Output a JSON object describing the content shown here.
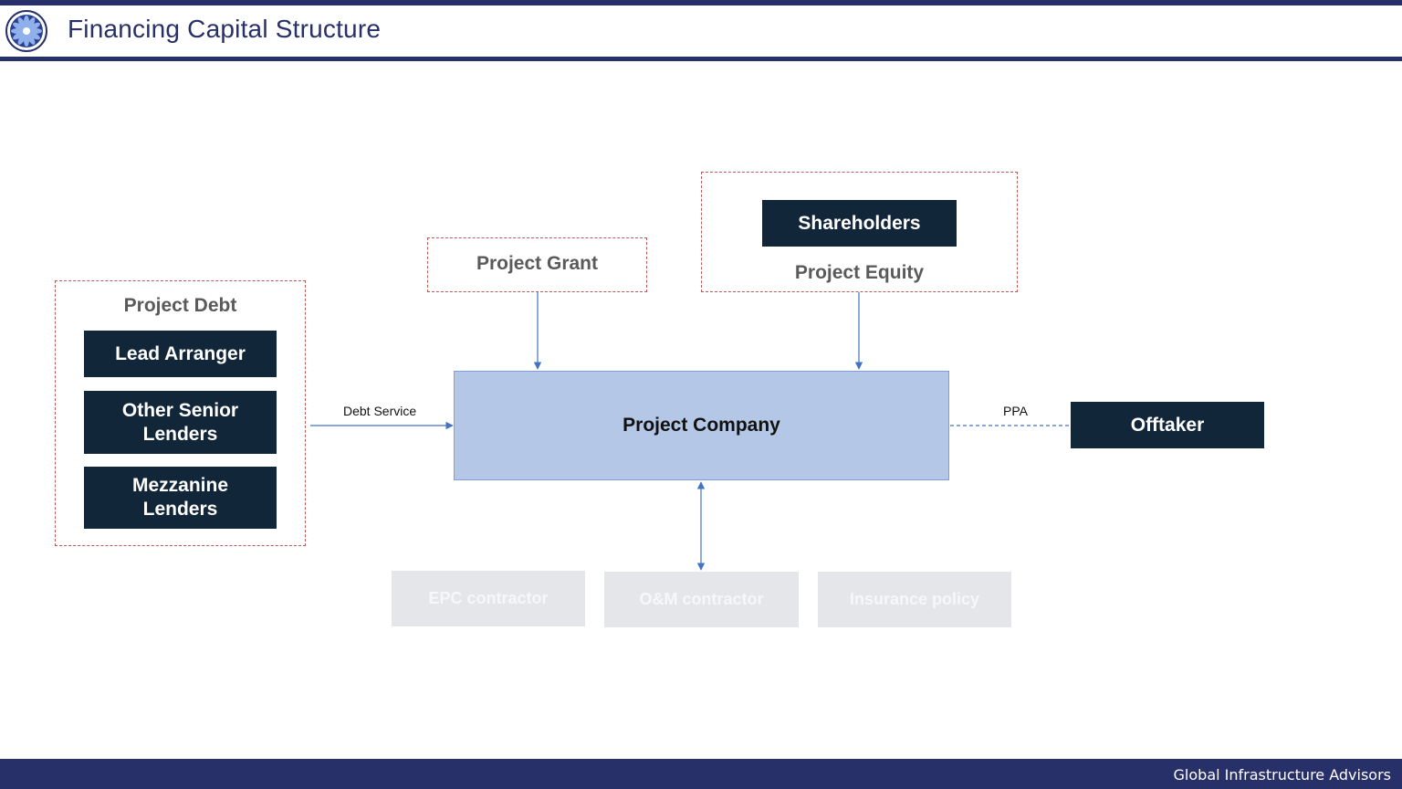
{
  "header": {
    "title": "Financing Capital Structure"
  },
  "diagram": {
    "project_debt": {
      "label": "Project Debt",
      "lead_arranger": "Lead Arranger",
      "other_senior_lenders": "Other Senior Lenders",
      "mezzanine_lenders": "Mezzanine Lenders"
    },
    "project_grant": {
      "label": "Project Grant"
    },
    "project_equity": {
      "label": "Project Equity",
      "shareholders": "Shareholders"
    },
    "project_company": "Project Company",
    "offtaker": "Offtaker",
    "connectors": {
      "debt_service": "Debt Service",
      "ppa": "PPA"
    },
    "contractors": [
      "EPC contractor",
      "O&M contractor",
      "Insurance policy"
    ]
  },
  "colors": {
    "brand": "#283069",
    "dark_box": "#12263a",
    "company_fill": "#b4c7e7",
    "dashed_border": "#b85a5a",
    "connector": "#4472c4"
  },
  "footer": {
    "text": "Global Infrastructure Advisors"
  }
}
